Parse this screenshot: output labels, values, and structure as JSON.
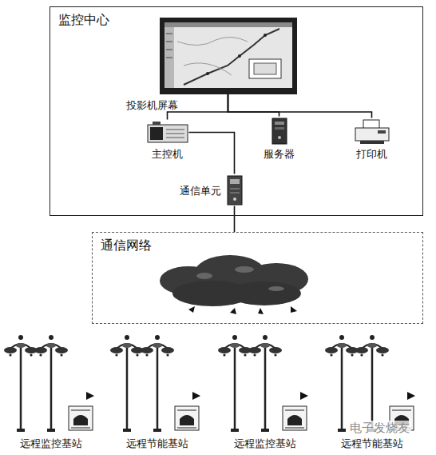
{
  "diagram": {
    "nodes": [
      {
        "text": [
          "监控中心"
        ]
      },
      {
        "text": [
          "投影机屏幕"
        ],
        "in": 0
      },
      {
        "text": [
          "主控机"
        ],
        "in": 0
      },
      {
        "text": [
          "服务器"
        ],
        "in": 0
      },
      {
        "text": [
          "打印机"
        ],
        "in": 0
      },
      {
        "text": [
          "通信单元"
        ],
        "in": 0
      },
      {
        "text": [
          "通信网络"
        ]
      },
      {
        "text": [
          "远程监控基站"
        ]
      },
      {
        "text": [
          "远程节能基站"
        ]
      },
      {
        "text": [
          "远程监控基站"
        ]
      },
      {
        "text": [
          "远程节能基站"
        ]
      }
    ],
    "edges": [
      {
        "from": 1,
        "to": 2,
        "arrow": "none"
      },
      {
        "from": 1,
        "to": 3,
        "arrow": "none"
      },
      {
        "from": 1,
        "to": 4,
        "arrow": "none"
      },
      {
        "from": 2,
        "to": 5,
        "arrow": "none"
      },
      {
        "from": 5,
        "to": 6,
        "arrow": "none"
      }
    ],
    "labels": [
      "电子发烧友"
    ]
  }
}
